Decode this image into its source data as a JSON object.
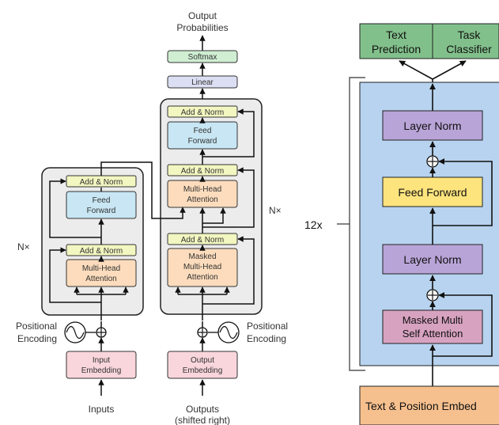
{
  "transformer": {
    "output_probabilities": [
      "Output",
      "Probabilities"
    ],
    "softmax": "Softmax",
    "linear": "Linear",
    "add_norm": "Add & Norm",
    "feed_forward": [
      "Feed",
      "Forward"
    ],
    "multi_head_attention": [
      "Multi-Head",
      "Attention"
    ],
    "masked_multi_head_attention": [
      "Masked",
      "Multi-Head",
      "Attention"
    ],
    "nx": "N×",
    "positional_encoding": [
      "Positional",
      "Encoding"
    ],
    "input_embedding": [
      "Input",
      "Embedding"
    ],
    "output_embedding": [
      "Output",
      "Embedding"
    ],
    "inputs": "Inputs",
    "outputs": [
      "Outputs",
      "(shifted right)"
    ]
  },
  "gpt": {
    "repeat": "12x",
    "text_prediction": [
      "Text",
      "Prediction"
    ],
    "task_classifier": [
      "Task",
      "Classifier"
    ],
    "layer_norm": "Layer Norm",
    "feed_forward": "Feed Forward",
    "masked_self_attention": [
      "Masked Multi",
      "Self Attention"
    ],
    "embed": "Text & Position Embed"
  },
  "colors": {
    "add_norm": "#f2f6c0",
    "feed_forward": "#c8e6f3",
    "attention": "#fcdcbc",
    "embedding": "#f9d6dc",
    "softmax": "#cfeed2",
    "linear": "#dcdff3",
    "encoder_bg": "#ececec",
    "gpt_panel": "#b7d3ef",
    "gpt_green": "#82c08b",
    "gpt_purple": "#b9a4d8",
    "gpt_yellow": "#fde47d",
    "gpt_pink": "#d7a2c0",
    "gpt_orange": "#f6c08e"
  }
}
